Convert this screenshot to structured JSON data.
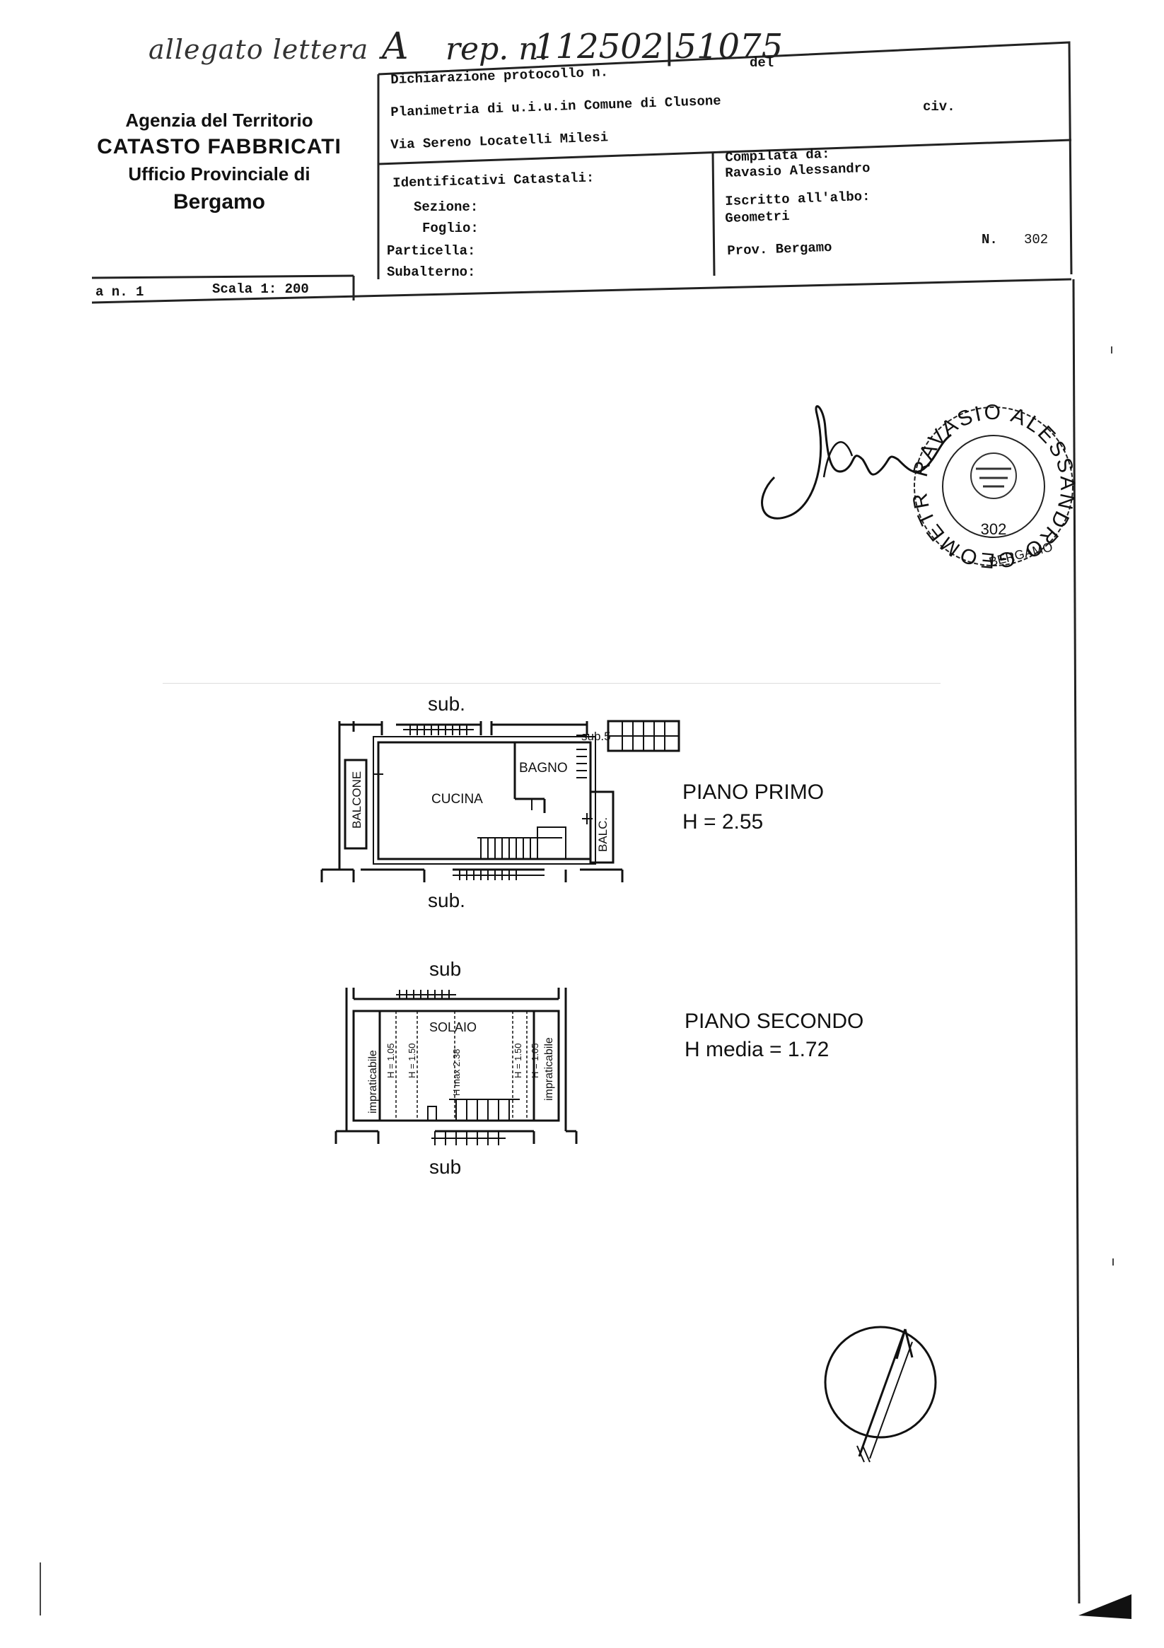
{
  "annex_heading": {
    "allegato_text": "allegato lettera",
    "letter": "A",
    "rep_label": "rep. n.",
    "rep_number": "112502|51075"
  },
  "agency": {
    "line1": "Agenzia del Territorio",
    "line2": "CATASTO FABBRICATI",
    "line3": "Ufficio Provinciale di",
    "line4": "Bergamo"
  },
  "header_box": {
    "dichiarazione": "Dichiarazione protocollo n.",
    "del": "del",
    "planimetria": "Planimetria di u.i.u.in Comune di Clusone",
    "civ": "civ.",
    "via": "Via Sereno Locatelli Milesi"
  },
  "identificativi": {
    "title": "Identificativi Catastali:",
    "sezione": "Sezione:",
    "foglio": "Foglio:",
    "particella": "Particella:",
    "subalterno": "Subalterno:"
  },
  "compilata": {
    "title": "Compilata da:",
    "name": "Ravasio Alessandro",
    "iscritto": "Iscritto all'albo:",
    "albo": "Geometri",
    "prov": "Prov. Bergamo",
    "n_label": "N.",
    "n_value": "302"
  },
  "scheda": {
    "label": "a n. 1",
    "scala": "Scala 1: 200"
  },
  "stamp": {
    "ring_text": "RAVASIO ALESSANDRO GEOMETRA",
    "number": "302",
    "city": "BERGAMO"
  },
  "piano_primo": {
    "sub_top": "sub.",
    "sub5": "sub.5",
    "balcone": "BALCONE",
    "cucina": "CUCINA",
    "bagno": "BAGNO",
    "balc": "BALC.",
    "sub_bottom": "sub.",
    "title": "PIANO PRIMO",
    "height": "H = 2.55"
  },
  "piano_secondo": {
    "sub_top": "sub",
    "solaio": "SOLAIO",
    "impr_left": "impraticabile",
    "impr_right": "impraticabile",
    "h105_left": "H = 1.05",
    "h150_left": "H = 1.50",
    "hmax": "H max 2.38",
    "h150_right": "H = 1.50",
    "h105_right": "H = 1.05",
    "sub_bottom": "sub",
    "title": "PIANO SECONDO",
    "height": "H media = 1.72"
  }
}
